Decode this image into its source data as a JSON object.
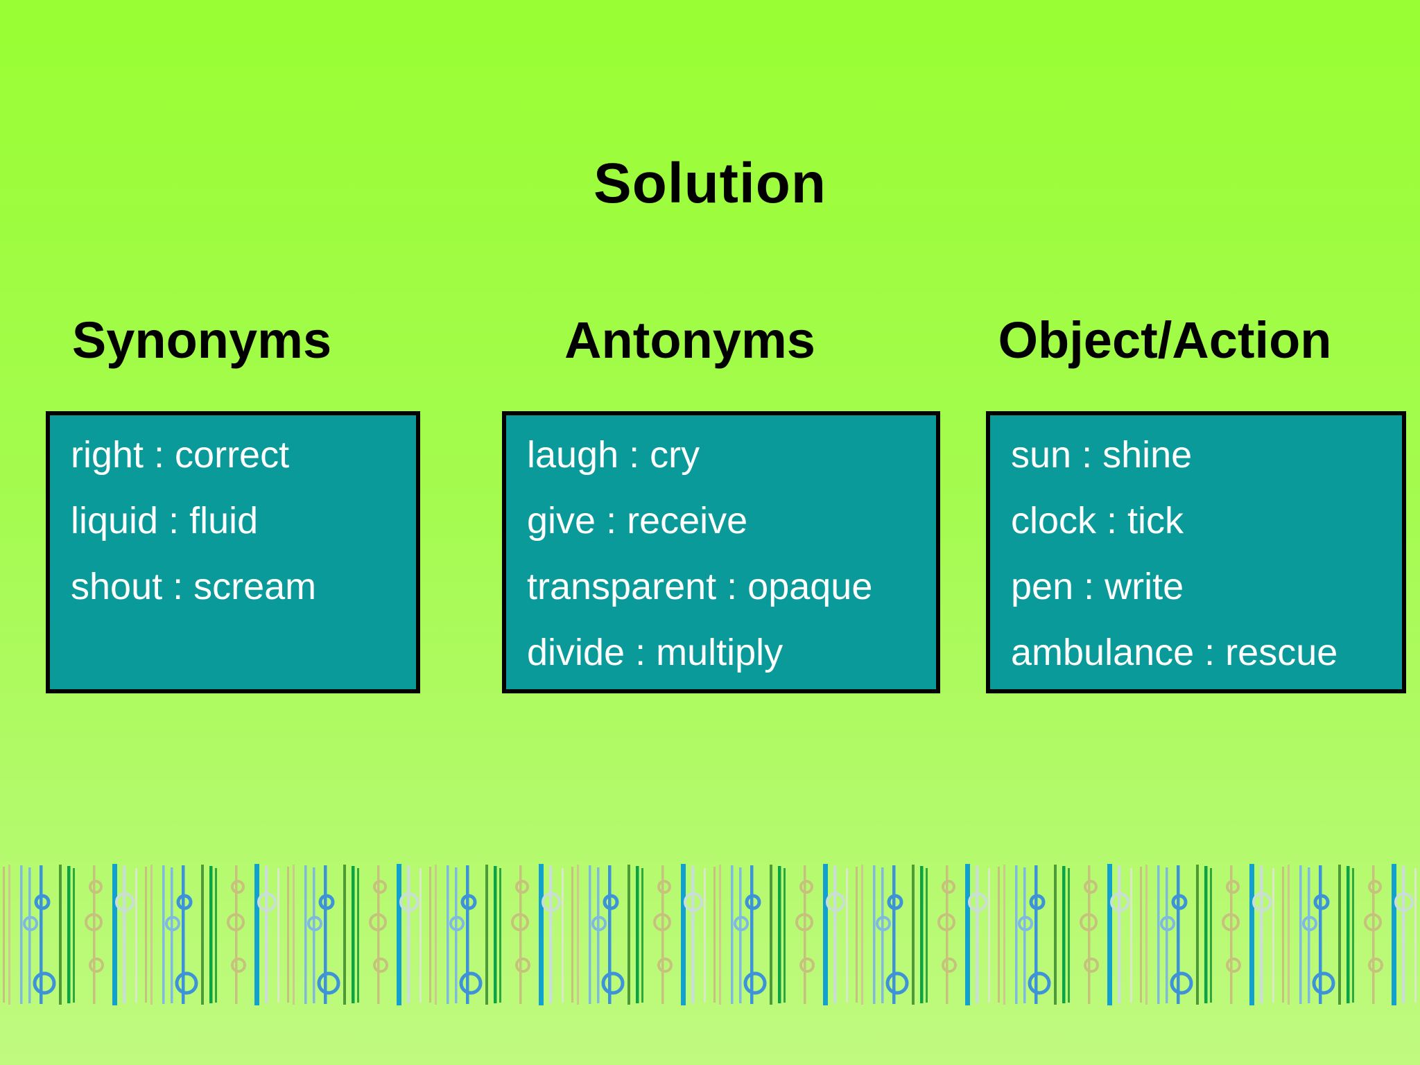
{
  "slide": {
    "title": "Solution",
    "columns": [
      {
        "heading": "Synonyms",
        "pairs": [
          "right : correct",
          "liquid : fluid",
          "shout : scream"
        ]
      },
      {
        "heading": "Antonyms",
        "pairs": [
          "laugh : cry",
          "give : receive",
          "transparent : opaque",
          "divide : multiply"
        ]
      },
      {
        "heading": "Object/Action",
        "pairs": [
          "sun : shine",
          "clock : tick",
          "pen : write",
          "ambulance : rescue"
        ]
      }
    ],
    "colors": {
      "background_top": "#99fe33",
      "background_bottom": "#c0fa80",
      "box_fill": "#0a9a9a",
      "box_border": "#000000",
      "box_text": "#ffffff",
      "title_text": "#000000",
      "stripe_teal": "#12a0ce",
      "stripe_blue": "#3d92d8",
      "stripe_lightblue": "#7fb9df",
      "stripe_green": "#0ba344",
      "stripe_olive": "#4c9a38",
      "stripe_tan": "#c6c27d",
      "stripe_gray": "#cbddd9",
      "stripe_pale": "#d9e9c8"
    }
  }
}
